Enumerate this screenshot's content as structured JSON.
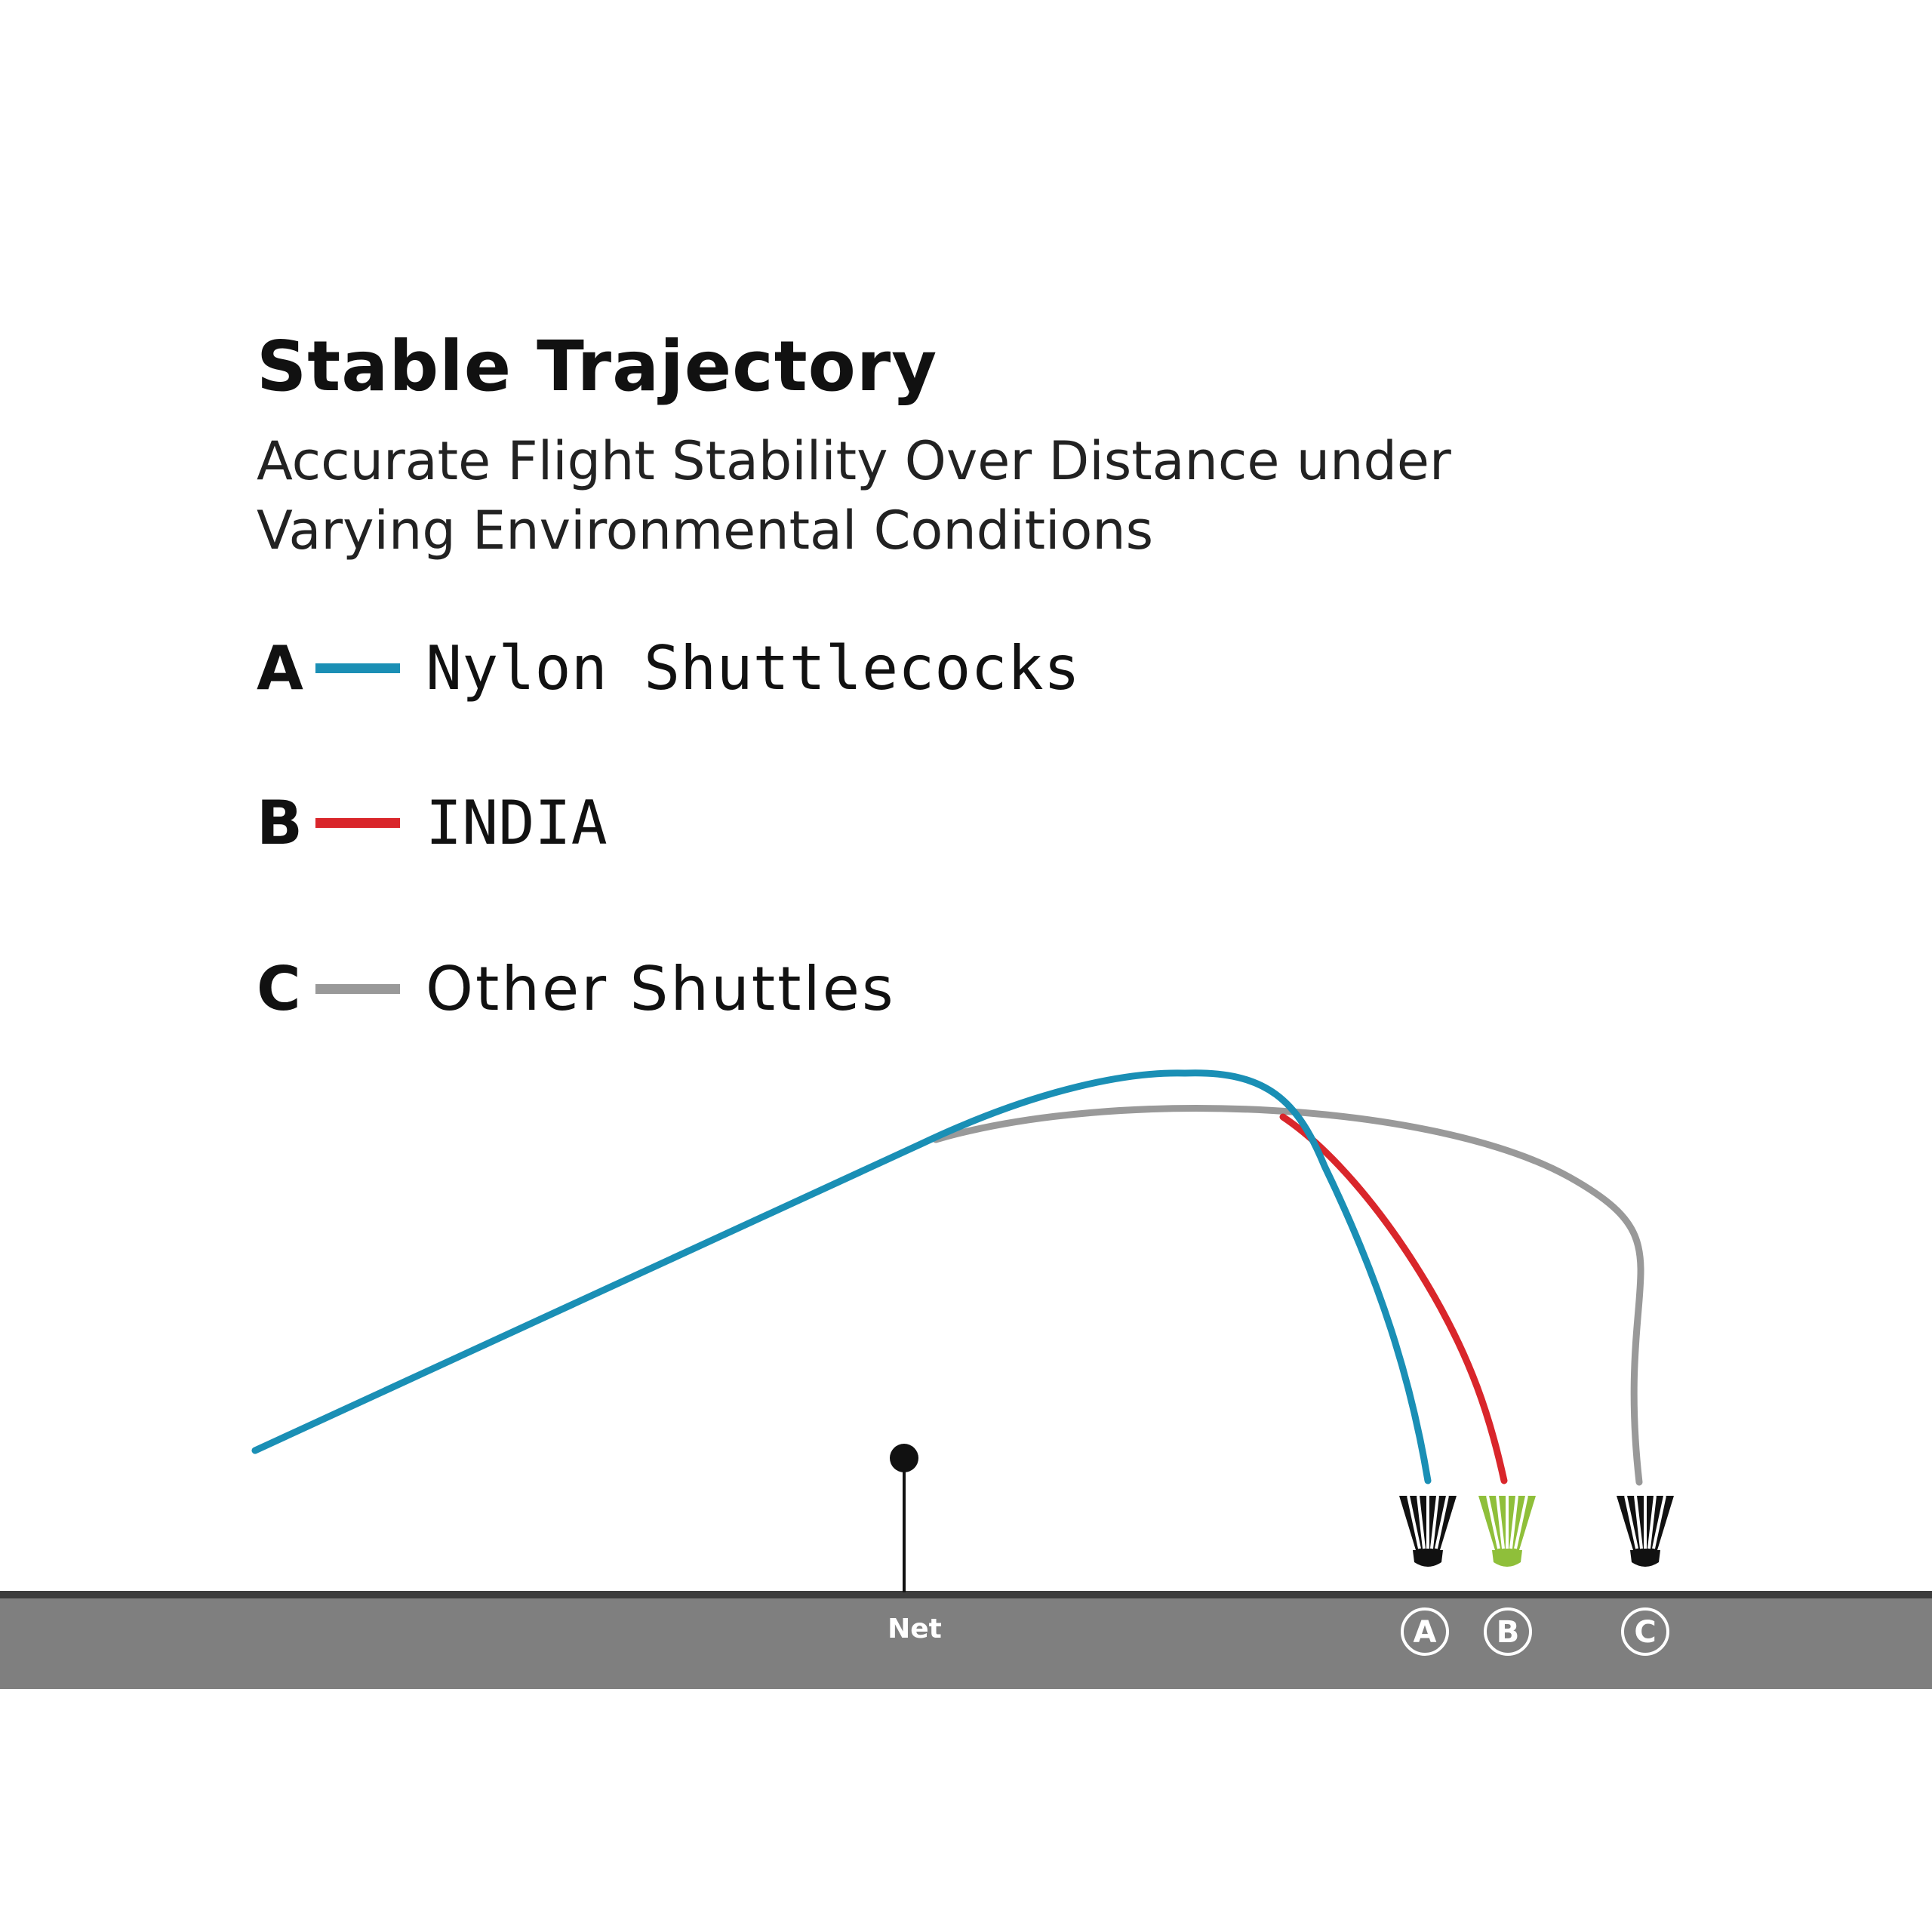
{
  "title": "Stable Trajectory",
  "subtitle": "Accurate Flight Stability Over Distance under Varying Environmental Conditions",
  "legend": [
    {
      "letter": "A",
      "label": "Nylon Shuttlecocks",
      "color": "#1a8fb5"
    },
    {
      "letter": "B",
      "label": "INDIA",
      "color": "#d9262b"
    },
    {
      "letter": "C",
      "label": "Other Shuttles",
      "color": "#999999"
    }
  ],
  "court": {
    "net_label": "Net",
    "ground_color": "#7f7f7f",
    "ground_edge_color": "#3d3d3d"
  },
  "landing_markers": [
    {
      "letter": "A",
      "shuttle_color": "#111111"
    },
    {
      "letter": "B",
      "shuttle_color": "#8fbf3a"
    },
    {
      "letter": "C",
      "shuttle_color": "#111111"
    }
  ]
}
